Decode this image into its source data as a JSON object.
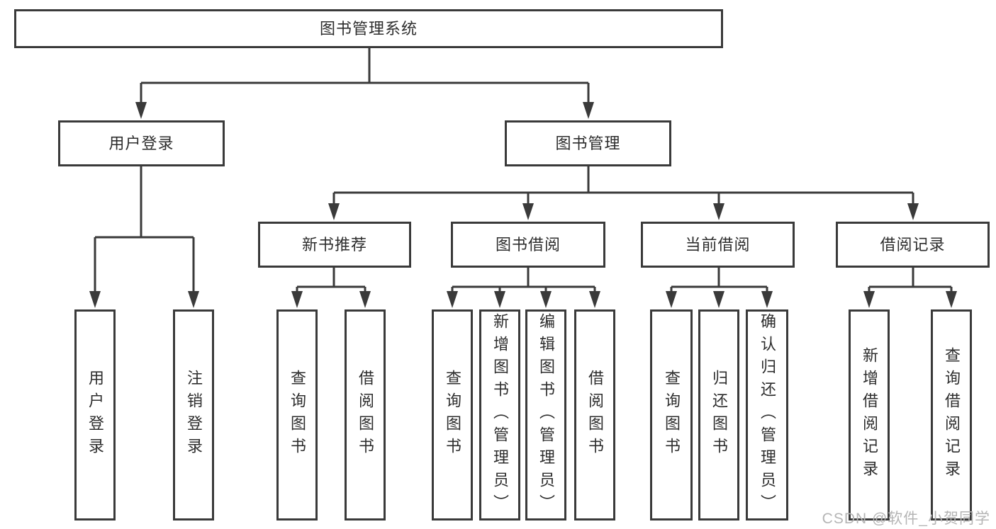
{
  "diagram": {
    "root": {
      "label": "图书管理系统"
    },
    "branches": [
      {
        "label": "用户登录",
        "children": [
          {
            "label": "用户登录"
          },
          {
            "label": "注销登录"
          }
        ]
      },
      {
        "label": "图书管理",
        "children": [
          {
            "label": "新书推荐",
            "children": [
              {
                "label": "查询图书"
              },
              {
                "label": "借阅图书"
              }
            ]
          },
          {
            "label": "图书借阅",
            "children": [
              {
                "label": "查询图书"
              },
              {
                "label": "新增图书（管理员）"
              },
              {
                "label": "编辑图书（管理员）"
              },
              {
                "label": "借阅图书"
              }
            ]
          },
          {
            "label": "当前借阅",
            "children": [
              {
                "label": "查询图书"
              },
              {
                "label": "归还图书"
              },
              {
                "label": "确认归还（管理员）"
              }
            ]
          },
          {
            "label": "借阅记录",
            "children": [
              {
                "label": "新增借阅记录"
              },
              {
                "label": "查询借阅记录"
              }
            ]
          }
        ]
      }
    ]
  },
  "watermark": {
    "text": "CSDN @软件_小贺同学"
  },
  "colors": {
    "line": "#3a3a3a",
    "text": "#2d2d2d",
    "background": "#ffffff",
    "watermark": "#b5b5b5"
  }
}
